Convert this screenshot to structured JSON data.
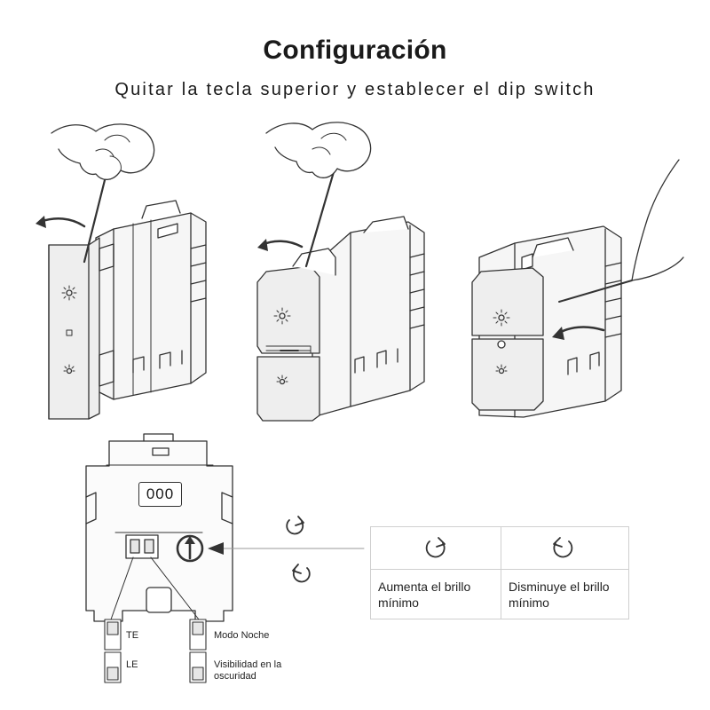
{
  "header": {
    "title": "Configuración",
    "subtitle": "Quitar la tecla superior y establecer el dip switch"
  },
  "module": {
    "code": "000"
  },
  "dip_labels": {
    "left_top": "TE",
    "left_bottom": "LE",
    "right_top": "Modo Noche",
    "right_bottom": "Visibilidad en la oscuridad"
  },
  "table": {
    "col1_text": "Aumenta el brillo mínimo",
    "col2_text": "Disminuye el brillo mínimo",
    "col1_icon": "rotate-clockwise-icon",
    "col2_icon": "rotate-counterclockwise-icon"
  },
  "icons": [
    "hand-icon",
    "screwdriver-icon",
    "curved-arrow-icon",
    "brightness-icon",
    "rotate-clockwise-icon",
    "rotate-counterclockwise-icon",
    "potentiometer-icon"
  ],
  "colors": {
    "line": "#333333",
    "fill_light": "#f4f4f4",
    "fill_mid": "#e6e6e6"
  }
}
